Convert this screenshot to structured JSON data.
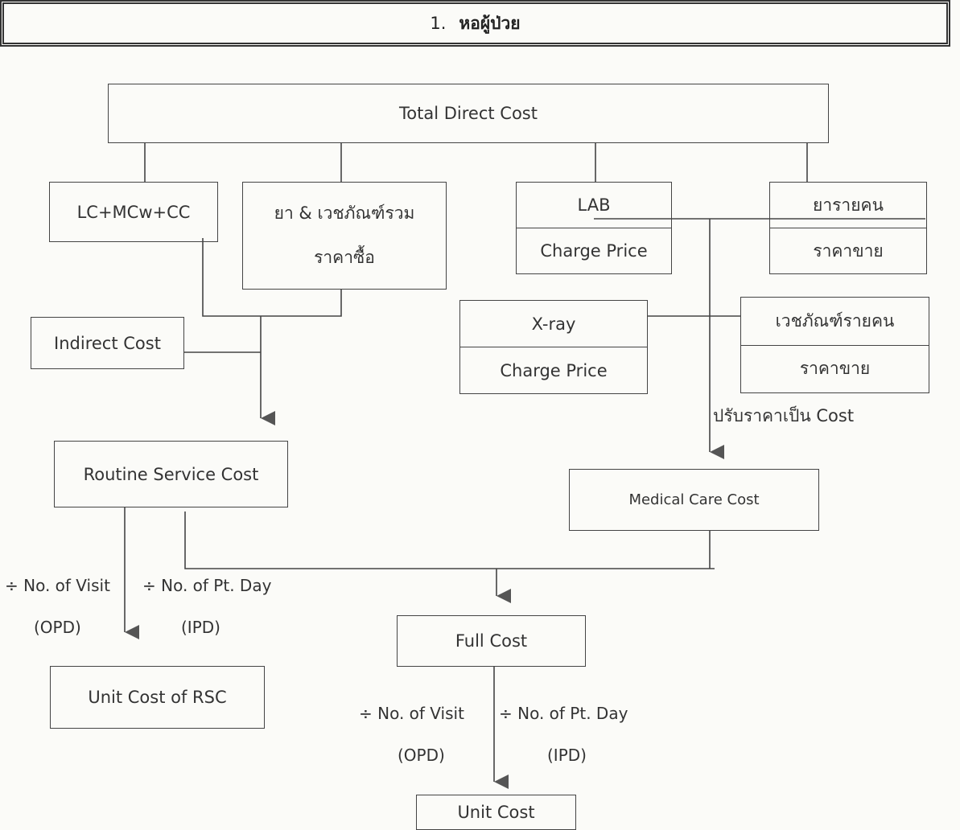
{
  "header": {
    "number": "1.",
    "title": "หอผู้ป่วย"
  },
  "nodes": {
    "total_direct_cost": "Total Direct Cost",
    "lc_mcw_cc": "LC+MCw+CC",
    "drugs_supplies": {
      "line1": "ยา & เวชภัณฑ์รวม",
      "line2": "ราคาซื้อ"
    },
    "lab": {
      "top": "LAB",
      "bottom": "Charge Price"
    },
    "drugs_per_person": {
      "top": "ยารายคน",
      "bottom": "ราคาขาย"
    },
    "indirect_cost": "Indirect Cost",
    "xray": {
      "top": "X-ray",
      "bottom": "Charge Price"
    },
    "supplies_per_person": {
      "top": "เวชภัณฑ์รายคน",
      "bottom": "ราคาขาย"
    },
    "routine_service_cost": "Routine Service Cost",
    "medical_care_cost": "Medical Care Cost",
    "full_cost": "Full Cost",
    "unit_cost_rsc": "Unit Cost of RSC",
    "unit_cost": "Unit Cost"
  },
  "labels": {
    "price_to_cost": "ปรับราคาเป็น Cost",
    "rsc_visit": "÷ No. of Visit",
    "rsc_ptday": "÷ No. of  Pt. Day",
    "rsc_opd": "(OPD)",
    "rsc_ipd": "(IPD)",
    "fc_visit": "÷ No. of Visit",
    "fc_ptday": "÷ No. of  Pt. Day",
    "fc_opd": "(OPD)",
    "fc_ipd": "(IPD)"
  }
}
